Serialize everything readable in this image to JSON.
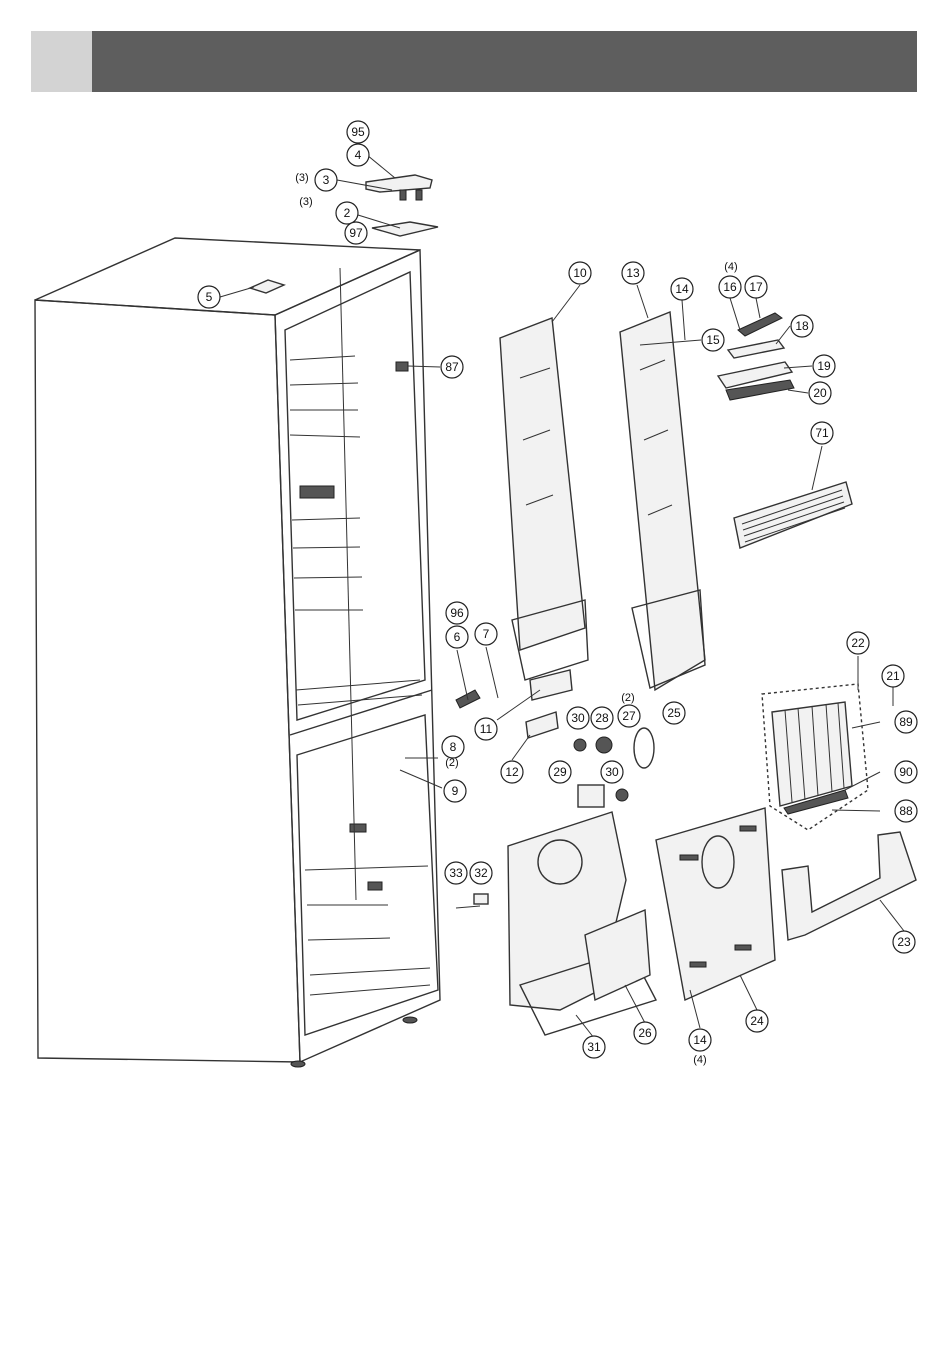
{
  "labels": [
    {
      "id": "95",
      "text": "95"
    },
    {
      "id": "4",
      "text": "4"
    },
    {
      "id": "3",
      "text": "3"
    },
    {
      "id": "2",
      "text": "2"
    },
    {
      "id": "97",
      "text": "97"
    },
    {
      "id": "5",
      "text": "5"
    },
    {
      "id": "87",
      "text": "87"
    },
    {
      "id": "10",
      "text": "10"
    },
    {
      "id": "13",
      "text": "13"
    },
    {
      "id": "14a",
      "text": "14"
    },
    {
      "id": "15",
      "text": "15"
    },
    {
      "id": "16",
      "text": "16"
    },
    {
      "id": "17",
      "text": "17"
    },
    {
      "id": "18",
      "text": "18"
    },
    {
      "id": "19",
      "text": "19"
    },
    {
      "id": "20",
      "text": "20"
    },
    {
      "id": "71",
      "text": "71"
    },
    {
      "id": "96",
      "text": "96"
    },
    {
      "id": "6",
      "text": "6"
    },
    {
      "id": "7",
      "text": "7"
    },
    {
      "id": "11",
      "text": "11"
    },
    {
      "id": "12",
      "text": "12"
    },
    {
      "id": "30a",
      "text": "30"
    },
    {
      "id": "28",
      "text": "28"
    },
    {
      "id": "27",
      "text": "27"
    },
    {
      "id": "25",
      "text": "25"
    },
    {
      "id": "30b",
      "text": "30"
    },
    {
      "id": "29",
      "text": "29"
    },
    {
      "id": "8",
      "text": "8"
    },
    {
      "id": "9",
      "text": "9"
    },
    {
      "id": "22",
      "text": "22"
    },
    {
      "id": "21",
      "text": "21"
    },
    {
      "id": "89",
      "text": "89"
    },
    {
      "id": "90",
      "text": "90"
    },
    {
      "id": "88",
      "text": "88"
    },
    {
      "id": "33",
      "text": "33"
    },
    {
      "id": "32",
      "text": "32"
    },
    {
      "id": "31",
      "text": "31"
    },
    {
      "id": "26",
      "text": "26"
    },
    {
      "id": "14b",
      "text": "14"
    },
    {
      "id": "24",
      "text": "24"
    },
    {
      "id": "23",
      "text": "23"
    }
  ],
  "quantities": [
    {
      "id": "q3a",
      "text": "(3)"
    },
    {
      "id": "q3b",
      "text": "(3)"
    },
    {
      "id": "q4a",
      "text": "(4)"
    },
    {
      "id": "q2a",
      "text": "(2)"
    },
    {
      "id": "q2b",
      "text": "(2)"
    },
    {
      "id": "q4b",
      "text": "(4)"
    }
  ]
}
